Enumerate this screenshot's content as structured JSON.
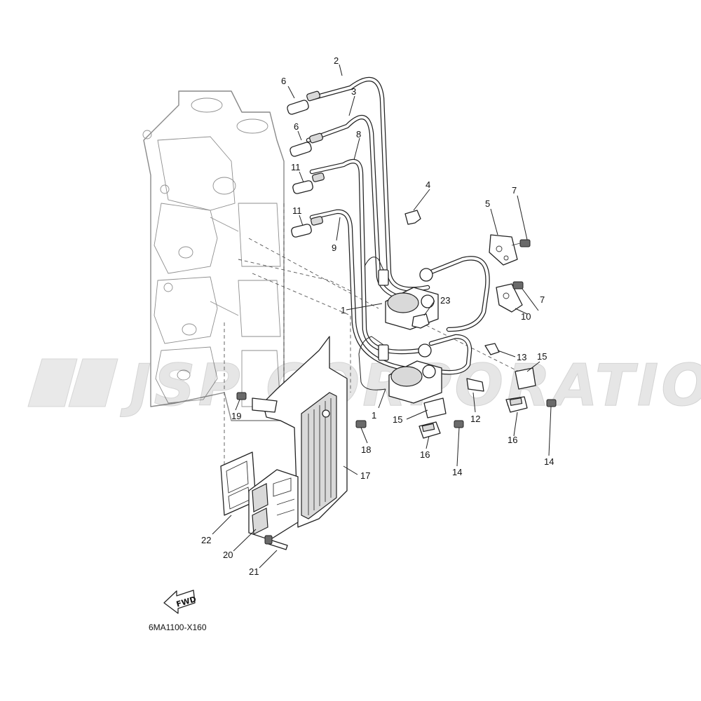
{
  "watermark": "JSP CORPORATION",
  "diagram_code": "6MA1100-X160",
  "fwd_label": "FWD",
  "callouts": {
    "c2": "2",
    "c3": "3",
    "c4": "4",
    "c5": "5",
    "c6a": "6",
    "c6b": "6",
    "c7a": "7",
    "c7b": "7",
    "c8": "8",
    "c9": "9",
    "c10": "10",
    "c11a": "11",
    "c11b": "11",
    "c1a": "1",
    "c1b": "1",
    "c12": "12",
    "c13": "13",
    "c14a": "14",
    "c14b": "14",
    "c15a": "15",
    "c15b": "15",
    "c16a": "16",
    "c16b": "16",
    "c17": "17",
    "c18": "18",
    "c19": "19",
    "c20": "20",
    "c21": "21",
    "c22": "22",
    "c23": "23"
  }
}
